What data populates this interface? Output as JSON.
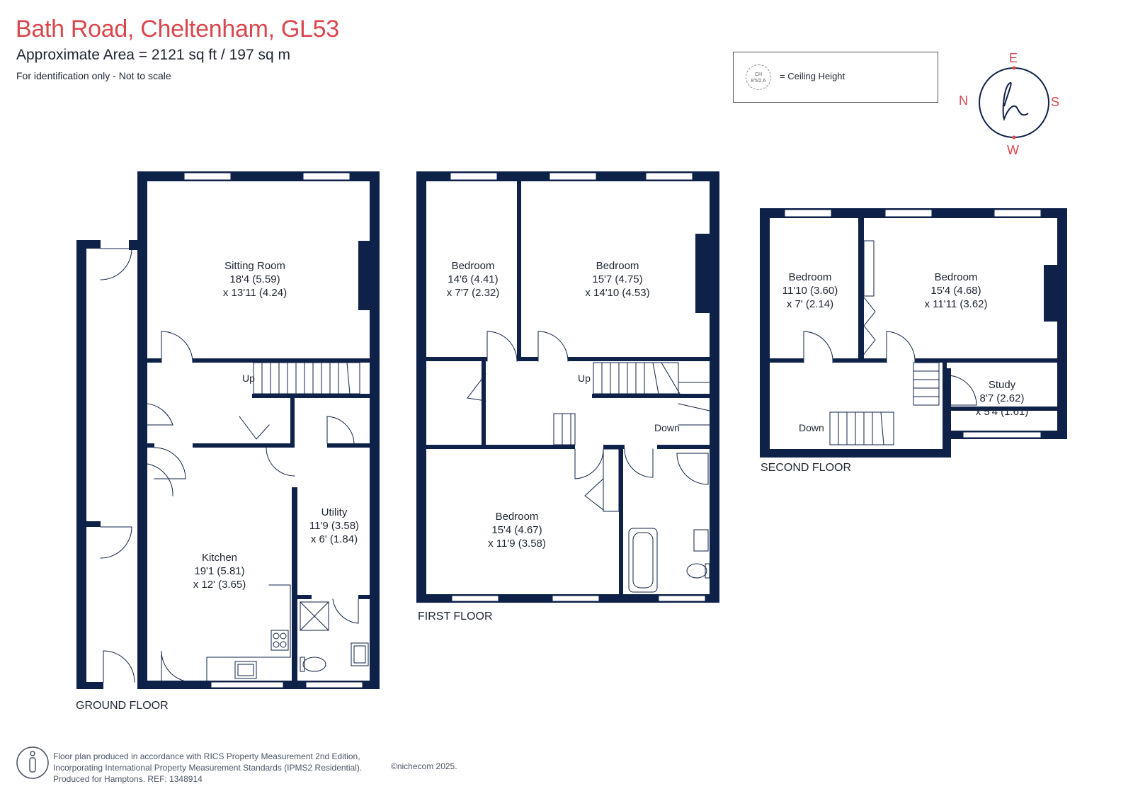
{
  "header": {
    "title": "Bath Road, Cheltenham, GL53",
    "area": "Approximate Area = 2121 sq ft / 197 sq m",
    "note": "For identification only - Not to scale"
  },
  "legend": {
    "symbol_line1": "CH",
    "symbol_line2": "8'5/2.6",
    "text": "= Ceiling Height"
  },
  "compass": {
    "north": "N",
    "east": "E",
    "south": "S",
    "west": "W",
    "logo": "h"
  },
  "floors": {
    "ground": {
      "label": "GROUND FLOOR",
      "rooms": [
        {
          "name": "Sitting Room",
          "dim1": "18'4 (5.59)",
          "dim2": "x 13'11 (4.24)"
        },
        {
          "name": "Kitchen",
          "dim1": "19'1 (5.81)",
          "dim2": "x 12' (3.65)"
        },
        {
          "name": "Utility",
          "dim1": "11'9 (3.58)",
          "dim2": "x 6' (1.84)"
        }
      ],
      "stairs": "Up"
    },
    "first": {
      "label": "FIRST FLOOR",
      "rooms": [
        {
          "name": "Bedroom",
          "dim1": "14'6 (4.41)",
          "dim2": "x 7'7 (2.32)"
        },
        {
          "name": "Bedroom",
          "dim1": "15'7 (4.75)",
          "dim2": "x 14'10 (4.53)"
        },
        {
          "name": "Bedroom",
          "dim1": "15'4 (4.67)",
          "dim2": "x 11'9 (3.58)"
        }
      ],
      "stairs_up": "Up",
      "stairs_down": "Down"
    },
    "second": {
      "label": "SECOND FLOOR",
      "rooms": [
        {
          "name": "Bedroom",
          "dim1": "11'10 (3.60)",
          "dim2": "x 7' (2.14)"
        },
        {
          "name": "Bedroom",
          "dim1": "15'4 (4.68)",
          "dim2": "x 11'11 (3.62)"
        },
        {
          "name": "Study",
          "dim1": "8'7 (2.62)",
          "dim2": "x 5'4 (1.61)"
        }
      ],
      "stairs_down": "Down"
    }
  },
  "footer": {
    "line1": "Floor plan produced in accordance with RICS Property Measurement 2nd Edition,",
    "line2": "Incorporating International Property Measurement Standards (IPMS2 Residential).",
    "line3": "Produced for Hamptons.   REF: 1348914",
    "copyright": "©nichecom 2025."
  },
  "colors": {
    "wall": "#0e2148",
    "title": "#d9474d",
    "compass_letters": "#d9474d"
  }
}
